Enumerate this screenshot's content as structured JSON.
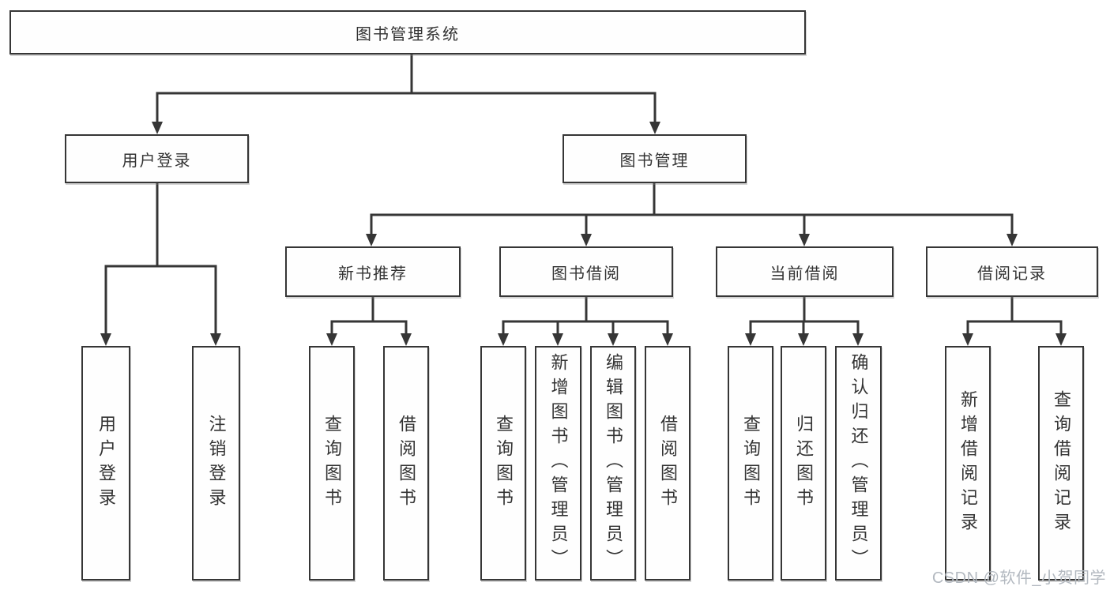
{
  "tree": {
    "root": {
      "label": "图书管理系统",
      "children": [
        {
          "label": "用户登录",
          "children": [
            {
              "label": "用户登录"
            },
            {
              "label": "注销登录"
            }
          ]
        },
        {
          "label": "图书管理",
          "children": [
            {
              "label": "新书推荐",
              "children": [
                {
                  "label": "查询图书"
                },
                {
                  "label": "借阅图书"
                }
              ]
            },
            {
              "label": "图书借阅",
              "children": [
                {
                  "label": "查询图书"
                },
                {
                  "label": "新增图书（管理员）"
                },
                {
                  "label": "编辑图书（管理员）"
                },
                {
                  "label": "借阅图书"
                }
              ]
            },
            {
              "label": "当前借阅",
              "children": [
                {
                  "label": "查询图书"
                },
                {
                  "label": "归还图书"
                },
                {
                  "label": "确认归还（管理员）"
                }
              ]
            },
            {
              "label": "借阅记录",
              "children": [
                {
                  "label": "新增借阅记录"
                },
                {
                  "label": "查询借阅记录"
                }
              ]
            }
          ]
        }
      ]
    }
  },
  "watermark": {
    "text": "CSDN @软件_小贺同学"
  },
  "colors": {
    "line": "#363636",
    "text": "#333333",
    "background": "#ffffff",
    "watermark": "#b3b9c0"
  }
}
